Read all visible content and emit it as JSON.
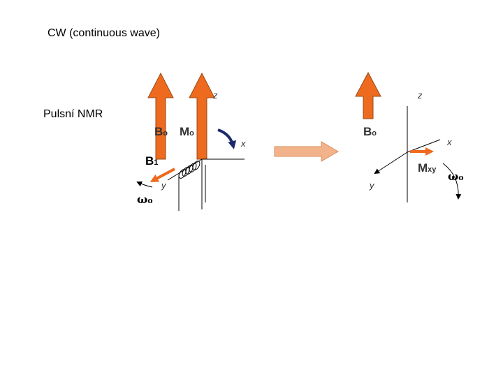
{
  "texts": {
    "cw_title": "CW (continuous wave)",
    "pulse_title": "Pulsní NMR"
  },
  "left_diagram": {
    "bo_label": "B",
    "bo_sub": "o",
    "mo_label": "M",
    "mo_sub": "o",
    "b1_label": "B",
    "b1_sub": "1",
    "omega_label": "ω",
    "omega_sub": "o",
    "axis_z": "z",
    "axis_x": "x",
    "axis_y": "y"
  },
  "right_diagram": {
    "bo_label": "B",
    "bo_sub": "o",
    "mxy_label": "M",
    "mxy_sub": "xy",
    "omega_label": "ω",
    "omega_sub": "o",
    "axis_z": "z",
    "axis_x": "x",
    "axis_y": "y"
  },
  "colors": {
    "arrow_orange": "#ee6a1e",
    "arrow_outline": "#9a4a14",
    "rotation_arrow": "#1a2a6c",
    "transition_arrow": "#f3b38a",
    "axis_line": "#000000"
  }
}
